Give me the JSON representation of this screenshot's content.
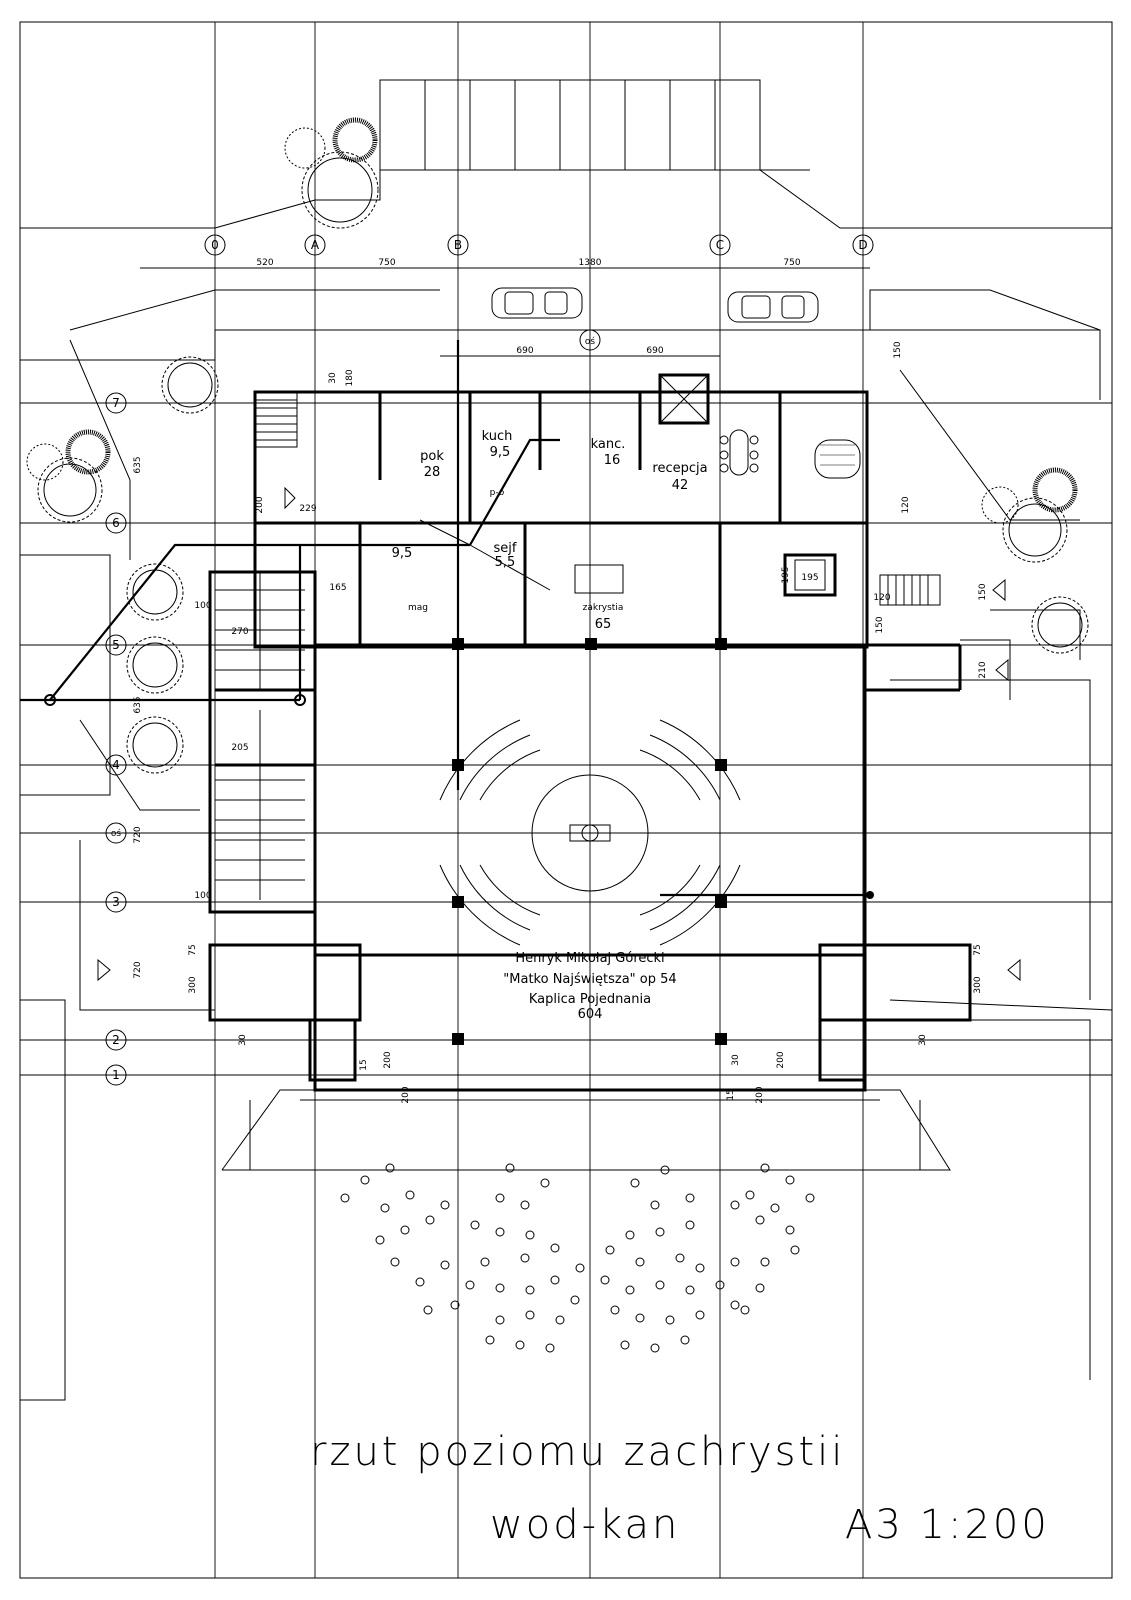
{
  "axes_top": [
    "0",
    "A",
    "B",
    "C",
    "D"
  ],
  "axes_left": [
    "7",
    "6",
    "5",
    "4",
    "oś",
    "3",
    "2",
    "1"
  ],
  "axis_oś_top": "oś",
  "dims_top": [
    "520",
    "750",
    "1380",
    "750"
  ],
  "dims_mid": [
    "690",
    "690"
  ],
  "dims_misc": [
    "635",
    "635",
    "200",
    "150",
    "120",
    "150",
    "120",
    "150",
    "210",
    "720",
    "720",
    "300",
    "300",
    "75",
    "75",
    "30",
    "30",
    "200",
    "200",
    "200",
    "200",
    "15",
    "15",
    "30",
    "30",
    "180",
    "165",
    "195",
    "195",
    "100",
    "100",
    "270",
    "205",
    "229"
  ],
  "rooms": {
    "pok_label": "pok",
    "pok_area": "28",
    "kuch_label": "kuch",
    "kuch_area": "9,5",
    "kanc_label": "kanc.",
    "kanc_area": "16",
    "recepcja_label": "recepcja",
    "recepcja_area": "42",
    "p_o": "p-o",
    "wc_area": "9,5",
    "sejf_label": "sejf",
    "sejf_area": "5,5",
    "mag_label": "mag",
    "zakrystia_label": "zakrystia",
    "zakrystia_area": "65"
  },
  "chapel": {
    "line1": "Henryk Mikołaj Górecki",
    "line2": "\"Matko Najświętsza\" op 54",
    "line3": "Kaplica Pojednania",
    "line4": "604"
  },
  "title": {
    "line1": "rzut poziomu zachrystii",
    "line2": "wod-kan",
    "sheet": "A3 1:200"
  }
}
